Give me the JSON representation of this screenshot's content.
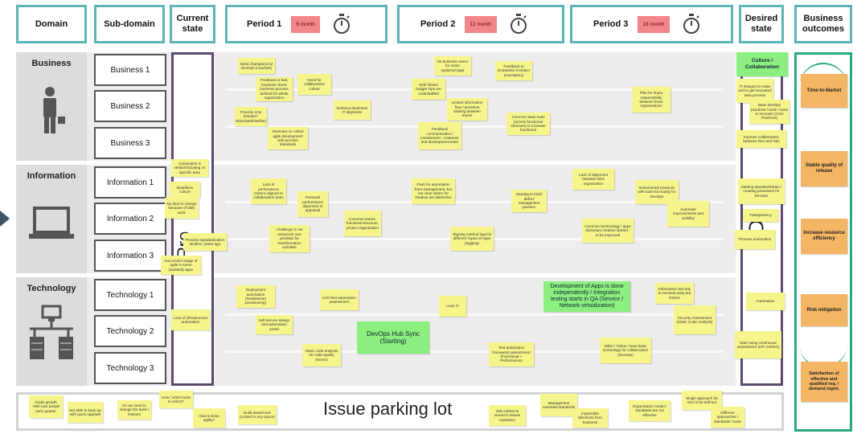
{
  "headers": {
    "domain": "Domain",
    "subdomain": "Sub-domain",
    "current_state": "Current state",
    "period1": "Period 1",
    "period1_duration": "6 month",
    "period2": "Period 2",
    "period2_duration": "12 month",
    "period3": "Period 3",
    "period3_duration": "18 month",
    "desired_state": "Desired state",
    "business_outcomes": "Business outcomes"
  },
  "domains": [
    "Business",
    "Information",
    "Technology"
  ],
  "subdomains": [
    "Business 1",
    "Business 2",
    "Business 3",
    "Information 1",
    "Information 2",
    "Information 3",
    "Technology 1",
    "Technology 2",
    "Technology 3"
  ],
  "current_state_lettering": "Pro",
  "desired_state_lettering": "De",
  "current_notes": [
    "Automation is vertical focusing on specific area",
    "Deadlines culture",
    "No time to change because of daily work",
    "Process standardization studies / years ago",
    "Successful usage of agile in some (isolated) apps",
    "Lack of infrastructure automation"
  ],
  "period_notes": [
    "Need champions for DevOps (coaches)",
    "Feedback is fast, business check business process defined for whole organization",
    "Process only detailed / Dissolved/Ossified",
    "Need for collaboration culture",
    "Enhance Business IT alignment",
    "Overview on online agile development with process standards",
    "No business owner for some systems/Apps",
    "With limited budget Ops are understaffed",
    "Feedback to Enterprise Architect (mandatory)",
    "Limited information flow / proactive sharing between teams",
    "Common team tools (across functional structure) to increase functional",
    "Feedback communication / involvement - customer and development team",
    "Lack of performance metrics aligned to collaboration team",
    "Personal performance alignment to appraisal",
    "Challenge in set resources new priorities for transformation activities",
    "Common teams, functional structure, project organization",
    "Push for automation from management, but not clear where for shadow are distinctive",
    "Aligning method logs for different Types of Apps (logging)",
    "Starting to build defect management practice",
    "Lack of alignment between silos organization",
    "Common terminology / apps dictionary creation started - to be improved",
    "Deployment automation (Tools/server provisioning)",
    "Unit Test automation assessment",
    "Self-service design and automation portal",
    "Static code analysis for code quality (Sonar)",
    "Lean IT",
    "Test automation framework assessment (Functional + Performance)",
    "Wikis / Yahoo / New basic technology for collaboration (DevOps)",
    "Information security is involved early but limited",
    "Security Assessment (Static Code Analysis)",
    "Plan for share responsibility between three organizations",
    "Instrumental practices with tools for mainly for DevOps",
    "Automate improvements and visibility"
  ],
  "green_notes": [
    "DevOps Hub Sync (Starting)",
    "Development of Apps is done independently / Integration testing starts in QA (Service / Network virtualization)"
  ],
  "desired_notes": [
    "Culture / Collaboration",
    "IT designs to make and to get innovated data process",
    "Base DevOps practices / tools / need to increase (Core Practices)",
    "Improve collaboration between Dev and Ops",
    "Starting standardization / creating processes for DevOps",
    "Transparency",
    "Process automation",
    "Automation",
    "Start using continuous assessment (KPI metrics)"
  ],
  "outcomes": [
    "Time-to-Market",
    "Stable quality of release",
    "Increase resource efficiency",
    "Risk mitigation",
    "Satisfaction of effective and qualified req. / demand mgmt."
  ],
  "parking_lot": {
    "title": "Issue parking lot",
    "notes": [
      "Guide growth ~500 new people each quarter",
      "Not able to keep up with quick upgrade",
      "Do we need to change the bank / lessons",
      "How / which tools to select?",
      "How to keep agility?",
      "Build awareness (Linked to any space)",
      "Sub cadres to stored in Issues repository",
      "Management overrides standards",
      "Impossible directions from business",
      "Organization model / standards are not effective",
      "Single approach for Dev to be defined",
      "Different approaches / standards / tools"
    ]
  },
  "colors": {
    "teal": "#5fb3b8",
    "sticky_yellow": "#f6f58c",
    "sticky_green": "#8bf07f",
    "sticky_orange": "#f4b664",
    "sticky_pink": "#f2868a",
    "column_purple": "#5b4a6e",
    "outcome_teal": "#2aa883"
  },
  "icons": [
    "businessman-icon",
    "laptop-icon",
    "network-server-icon",
    "stopwatch-icon",
    "arrow-right-icon"
  ]
}
